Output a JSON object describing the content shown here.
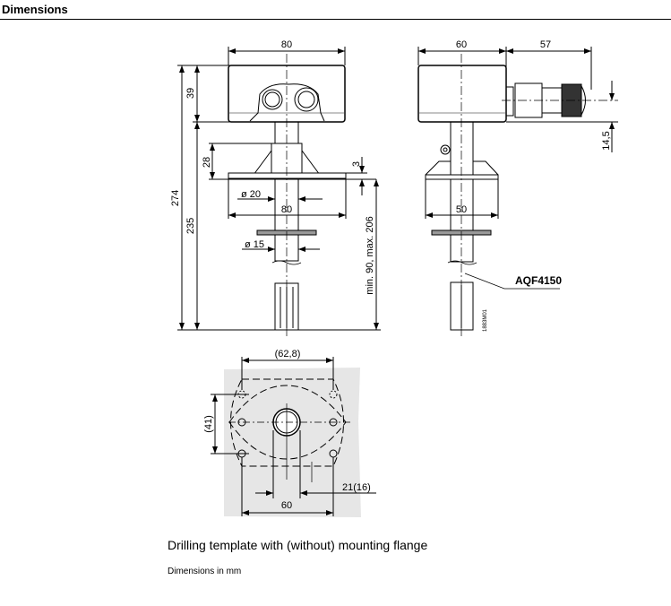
{
  "heading": "Dimensions",
  "front_view": {
    "width_top": "80",
    "height_total": "274",
    "height_housing": "39",
    "height_below_housing": "235",
    "flange_height": "28",
    "flange_thickness": "3",
    "tube_diameter": "ø 20",
    "flange_width": "80",
    "sensor_diameter": "ø 15",
    "immersion_range": "min. 90, max. 206"
  },
  "side_view": {
    "housing_depth": "60",
    "gland_length": "57",
    "gland_offset": "14,5",
    "flange_width": "50",
    "model_label": "AQF4150",
    "drawing_number": "1883M01"
  },
  "drilling_template": {
    "hole_spacing_x": "(62,8)",
    "hole_spacing_y": "(41)",
    "width": "60",
    "hole_diameter": "21(16)"
  },
  "caption": "Drilling template with (without) mounting flange",
  "note": "Dimensions in mm"
}
